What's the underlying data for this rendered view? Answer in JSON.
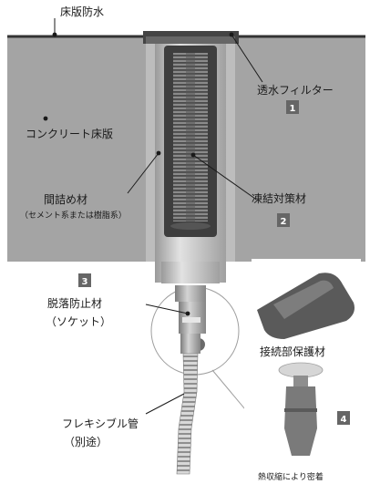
{
  "labels": {
    "floor_waterproofing": "床版防水",
    "permeable_filter": "透水フィルター",
    "concrete_slab": "コンクリート床版",
    "gap_filler": "間詰め材",
    "gap_filler_note": "（セメント系または樹脂系）",
    "antifreeze": "凍結対策材",
    "anti_detach": "脱落防止材",
    "socket": "（ソケット）",
    "joint_protector": "接続部保護材",
    "flexible_pipe": "フレキシブル管",
    "separate": "（別途）",
    "heat_shrink": "熱収縮により密着"
  },
  "badges": {
    "b1": "1",
    "b2": "2",
    "b3": "3",
    "b4": "4"
  },
  "colors": {
    "slab": "#a9a9a9",
    "badge": "#666666",
    "pipe": "#bcbcbc",
    "spring": "#6e6e6e",
    "lines": "#1a1a1a"
  }
}
